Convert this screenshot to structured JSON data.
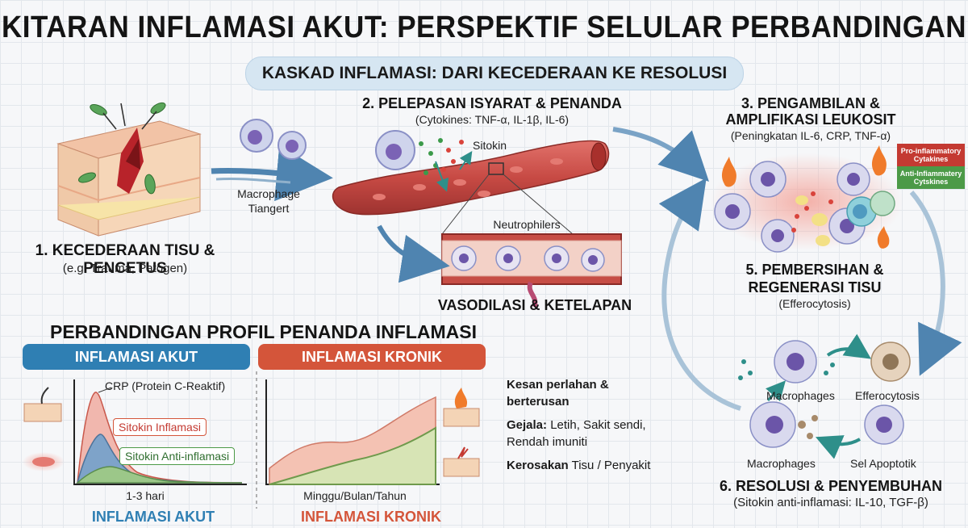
{
  "title": "KITARAN INFLAMASI AKUT: PERSPEKTIF SELULAR PERBANDINGAN",
  "subtitle": "KASKAD INFLAMASI: DARI KECEDERAAN KE RESOLUSI",
  "steps": {
    "s1": {
      "title": "1. KECEDERAAN TISU & PENCETUS",
      "sub": "(e.g. Trauma, Patogen)"
    },
    "macrophage_label_1": "Macrophage",
    "macrophage_label_2": "Tiangert",
    "s2": {
      "title": "2. PELEPASAN ISYARAT & PENANDA",
      "sub": "(Cytokines: TNF-α, IL-1β, IL-6)"
    },
    "sitokin": "Sitokin",
    "neutrophilers": "Neutrophilers",
    "vasodilasi": "VASODILASI & KETELAPAN",
    "s3": {
      "title_1": "3. PENGAMBILAN &",
      "title_2": "AMPLIFIKASI LEUKOSIT",
      "sub": "(Peningkatan IL-6, CRP, TNF-α)"
    },
    "legend_pro": "Pro-inflammatory Cytakines",
    "legend_anti": "Anti-Infiammatery Cytskines",
    "s5": {
      "title_1": "5. PEMBERSIHAN &",
      "title_2": "REGENERASI TISU",
      "sub": "(Efferocytosis)"
    },
    "macrophages_1": "Macrophages",
    "efferocytosis": "Efferocytosis",
    "macrophages_2": "Macrophages",
    "sel_apoptotik": "Sel Apoptotik",
    "s6": {
      "title": "6. RESOLUSI & PENYEMBUHAN",
      "sub": "(Sitokin anti-inflamasi: IL-10, TGF-β)"
    }
  },
  "comparison": {
    "heading": "PERBANDINGAN PROFIL PENANDA INFLAMASI",
    "acute_pill": "INFLAMASI AKUT",
    "chronic_pill": "INFLAMASI KRONIK",
    "crp_label": "CRP (Protein C-Reaktif)",
    "sitokin_inflamasi": "Sitokin Inflamasi",
    "sitokin_anti": "Sitokin Anti-inflamasi",
    "acute_x": "1-3 hari",
    "acute_footer": "INFLAMASI AKUT",
    "chronic_x": "Minggu/Bulan/Tahun",
    "chronic_footer": "INFLAMASI KRONIK",
    "note1": "Kesan perlahan &",
    "note1b": "berterusan",
    "note2_bold": "Gejala:",
    "note2_rest": " Letih, Sakit sendi,",
    "note2b": "Rendah imuniti",
    "note3_bold": "Kerosakan",
    "note3_rest": " Tisu / Penyakit"
  },
  "colors": {
    "acute_blue": "#2f7fb3",
    "chronic_red": "#d4553a",
    "crp_fill": "#f1b7ae",
    "inflam_fill": "#7ea3c9",
    "anti_fill": "#9cc789",
    "legend_pro": "#c43a32",
    "legend_anti": "#4c9a47",
    "vessel": "#c74a44"
  }
}
